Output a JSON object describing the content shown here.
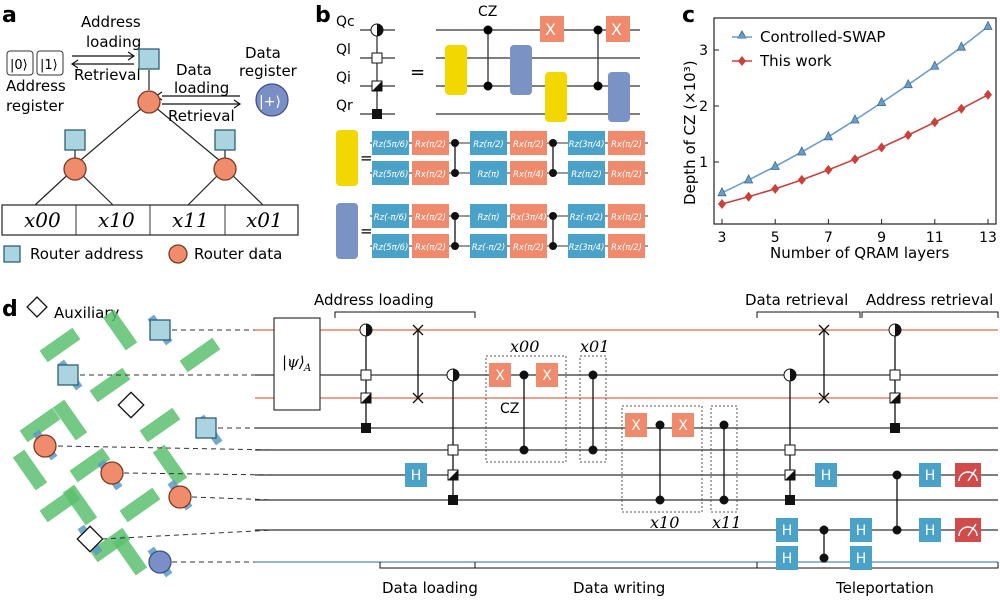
{
  "panels": {
    "a": "a",
    "b": "b",
    "c": "c",
    "d": "d"
  },
  "panel_a": {
    "address_loading": [
      "Address",
      "loading"
    ],
    "retrieval": "Retrieval",
    "data_loading": [
      "Data",
      "loading"
    ],
    "retrieval2": "Retrieval",
    "data_register": [
      "Data",
      "register"
    ],
    "address_register": [
      "Address",
      "register"
    ],
    "ket0": "|0⟩",
    "ket1": "|1⟩",
    "ketplus": "|+⟩",
    "cells": [
      "x00",
      "x10",
      "x11",
      "x01"
    ],
    "legend_square": "Router address",
    "legend_circle": "Router data"
  },
  "panel_b": {
    "qubits": [
      "Qc",
      "Ql",
      "Qi",
      "Qr"
    ],
    "cz": "CZ",
    "x_gate": "X",
    "equals": "=",
    "yellow_rows": [
      [
        "Rz(5π/6)",
        "Rx(π/2)",
        "Rz(π/2)",
        "Rx(π/2)",
        "Rz(3π/4)",
        "Rx(π/2)"
      ],
      [
        "Rz(5π/6)",
        "Rx(π/2)",
        "Rz(π)",
        "Rx(π/4)",
        "Rz(π/2)",
        "Rx(π/2)"
      ]
    ],
    "blue_rows": [
      [
        "Rz(-π/6)",
        "Rx(π/2)",
        "Rz(π)",
        "Rx(3π/4)",
        "Rz(-π/2)",
        "Rx(π/2)"
      ],
      [
        "Rz(5π/6)",
        "Rx(π/2)",
        "Rz(-π/2)",
        "Rx(π/2)",
        "Rz(3π/4)",
        "Rx(π/2)"
      ]
    ]
  },
  "panel_c": {
    "legend": [
      "Controlled-SWAP",
      "This work"
    ],
    "xlabel": "Number of QRAM layers",
    "ylabel": "Depth of CZ (×10³)",
    "xticks": [
      "3",
      "5",
      "7",
      "9",
      "11",
      "13"
    ],
    "yticks": [
      "1",
      "2",
      "3"
    ]
  },
  "chart_data": {
    "type": "line",
    "xlabel": "Number of QRAM layers",
    "ylabel": "Depth of CZ (×10³)",
    "xlim": [
      3,
      13
    ],
    "ylim": [
      0,
      3.5
    ],
    "x": [
      3,
      4,
      5,
      6,
      7,
      8,
      9,
      10,
      11,
      12,
      13
    ],
    "series": [
      {
        "name": "Controlled-SWAP",
        "color": "#6a9ec9",
        "values": [
          0.45,
          0.68,
          0.92,
          1.18,
          1.45,
          1.75,
          2.06,
          2.38,
          2.71,
          3.05,
          3.42
        ]
      },
      {
        "name": "This work",
        "color": "#c9413a",
        "values": [
          0.25,
          0.38,
          0.52,
          0.68,
          0.86,
          1.05,
          1.26,
          1.48,
          1.71,
          1.95,
          2.2
        ]
      }
    ]
  },
  "panel_d": {
    "auxiliary": "Auxiliary",
    "psi": "|ψ⟩",
    "psi_sub": "A",
    "top_labels": [
      "Address loading",
      "Data retrieval",
      "Address retrieval"
    ],
    "bottom_labels": [
      "Data loading",
      "Data writing",
      "Teleportation"
    ],
    "x00": "x00",
    "x01": "x01",
    "x10": "x10",
    "x11": "x11",
    "cz": "CZ",
    "h": "H",
    "x": "X"
  },
  "colors": {
    "router_address": "#a9d4e0",
    "router_data": "#ee8c6c",
    "yellow": "#f2d800",
    "blue_gate": "#7b93c4",
    "rz": "#4aa2c8",
    "rx": "#ef8a6c"
  }
}
